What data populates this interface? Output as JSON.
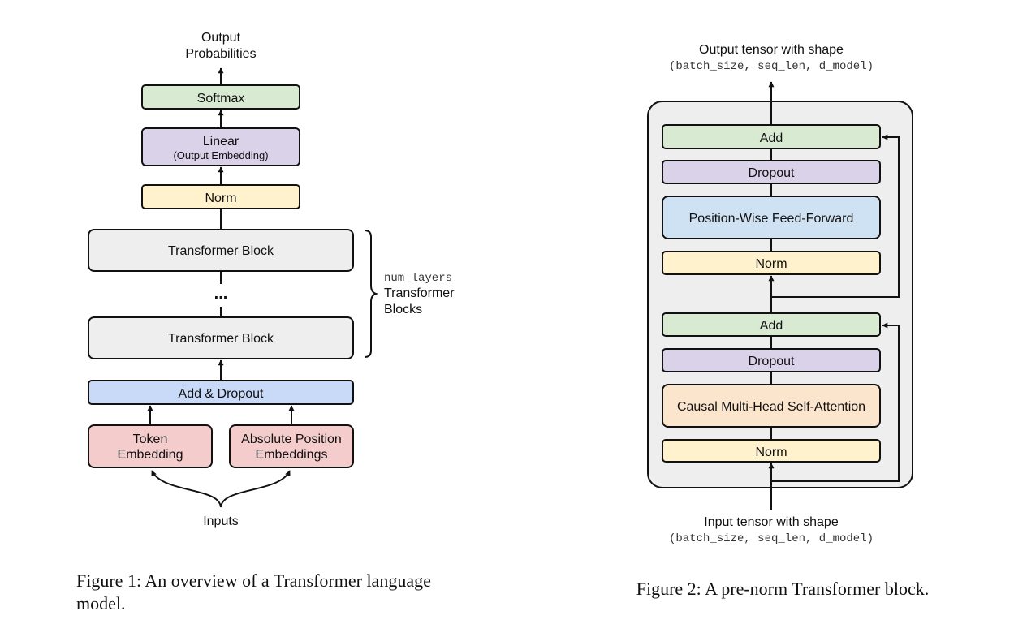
{
  "colors": {
    "green": "#d9ead3",
    "purple": "#d9d2e9",
    "yellow": "#fff2cc",
    "gray": "#eeeeee",
    "blue": "#c9daf8",
    "pink": "#f4cccc",
    "light_blue": "#cfe2f3",
    "peach": "#fce5cd",
    "outer_panel": "#eeeeee"
  },
  "figure1": {
    "output_line1": "Output",
    "output_line2": "Probabilities",
    "softmax": "Softmax",
    "linear": "Linear",
    "linear_sub": "(Output Embedding)",
    "norm": "Norm",
    "transformer_block_top": "Transformer Block",
    "ellipsis": "...",
    "transformer_block_bottom": "Transformer Block",
    "brace_line1": "num_layers",
    "brace_line2": "Transformer",
    "brace_line3": "Blocks",
    "add_dropout": "Add & Dropout",
    "token_line1": "Token",
    "token_line2": "Embedding",
    "position_line1": "Absolute Position",
    "position_line2": "Embeddings",
    "inputs": "Inputs",
    "caption_line1": "Figure 1:  An overview of a Transformer language",
    "caption_line2": "model."
  },
  "figure2": {
    "output_line1": "Output tensor with shape",
    "output_line2": "(batch_size, seq_len, d_model)",
    "add_top": "Add",
    "dropout_top": "Dropout",
    "ffn": "Position-Wise Feed-Forward",
    "norm_top": "Norm",
    "add_bottom": "Add",
    "dropout_bottom": "Dropout",
    "attention": "Causal Multi-Head Self-Attention",
    "norm_bottom": "Norm",
    "input_line1": "Input tensor with shape",
    "input_line2": "(batch_size, seq_len, d_model)",
    "caption": "Figure 2:  A pre-norm Transformer block."
  }
}
